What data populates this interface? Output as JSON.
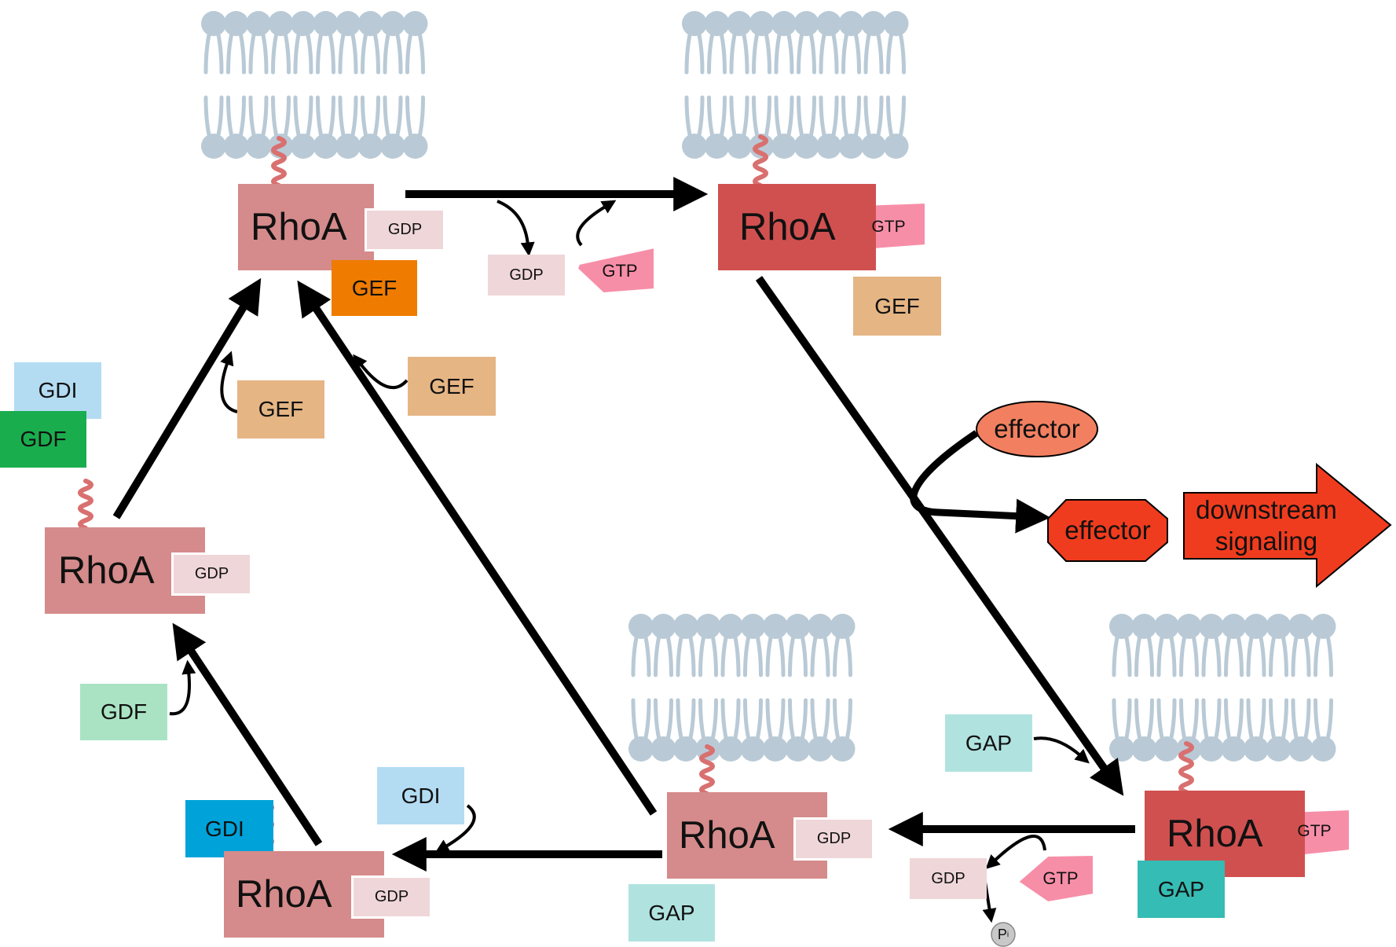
{
  "labels": {
    "rhoa": "RhoA",
    "gdp": "GDP",
    "gtp": "GTP",
    "gef": "GEF",
    "gdi": "GDI",
    "gdf": "GDF",
    "gap": "GAP",
    "effector": "effector",
    "downstream_line1": "downstream",
    "downstream_line2": "signaling",
    "pi": "P",
    "pi_sub": "i"
  },
  "colors": {
    "membrane": "#b9cad6",
    "rhoa_inactive": "#d58b8b",
    "rhoa_active": "#d05050",
    "gdp": "#efd6d8",
    "gtp": "#f78ea8",
    "gef_active": "#ef7b00",
    "gef": "#e5b584",
    "gdi": "#b3dcf3",
    "gdi_active": "#00a3d9",
    "gdf": "#a9e3c3",
    "gdf_active": "#1aad4e",
    "gap": "#b0e3e0",
    "gap_active": "#35bcb4",
    "effector": "#f28060",
    "effector_active": "#f03c1e",
    "downstream": "#f03c1e",
    "pi": "#c8c8c8",
    "anchor": "#d97070"
  }
}
